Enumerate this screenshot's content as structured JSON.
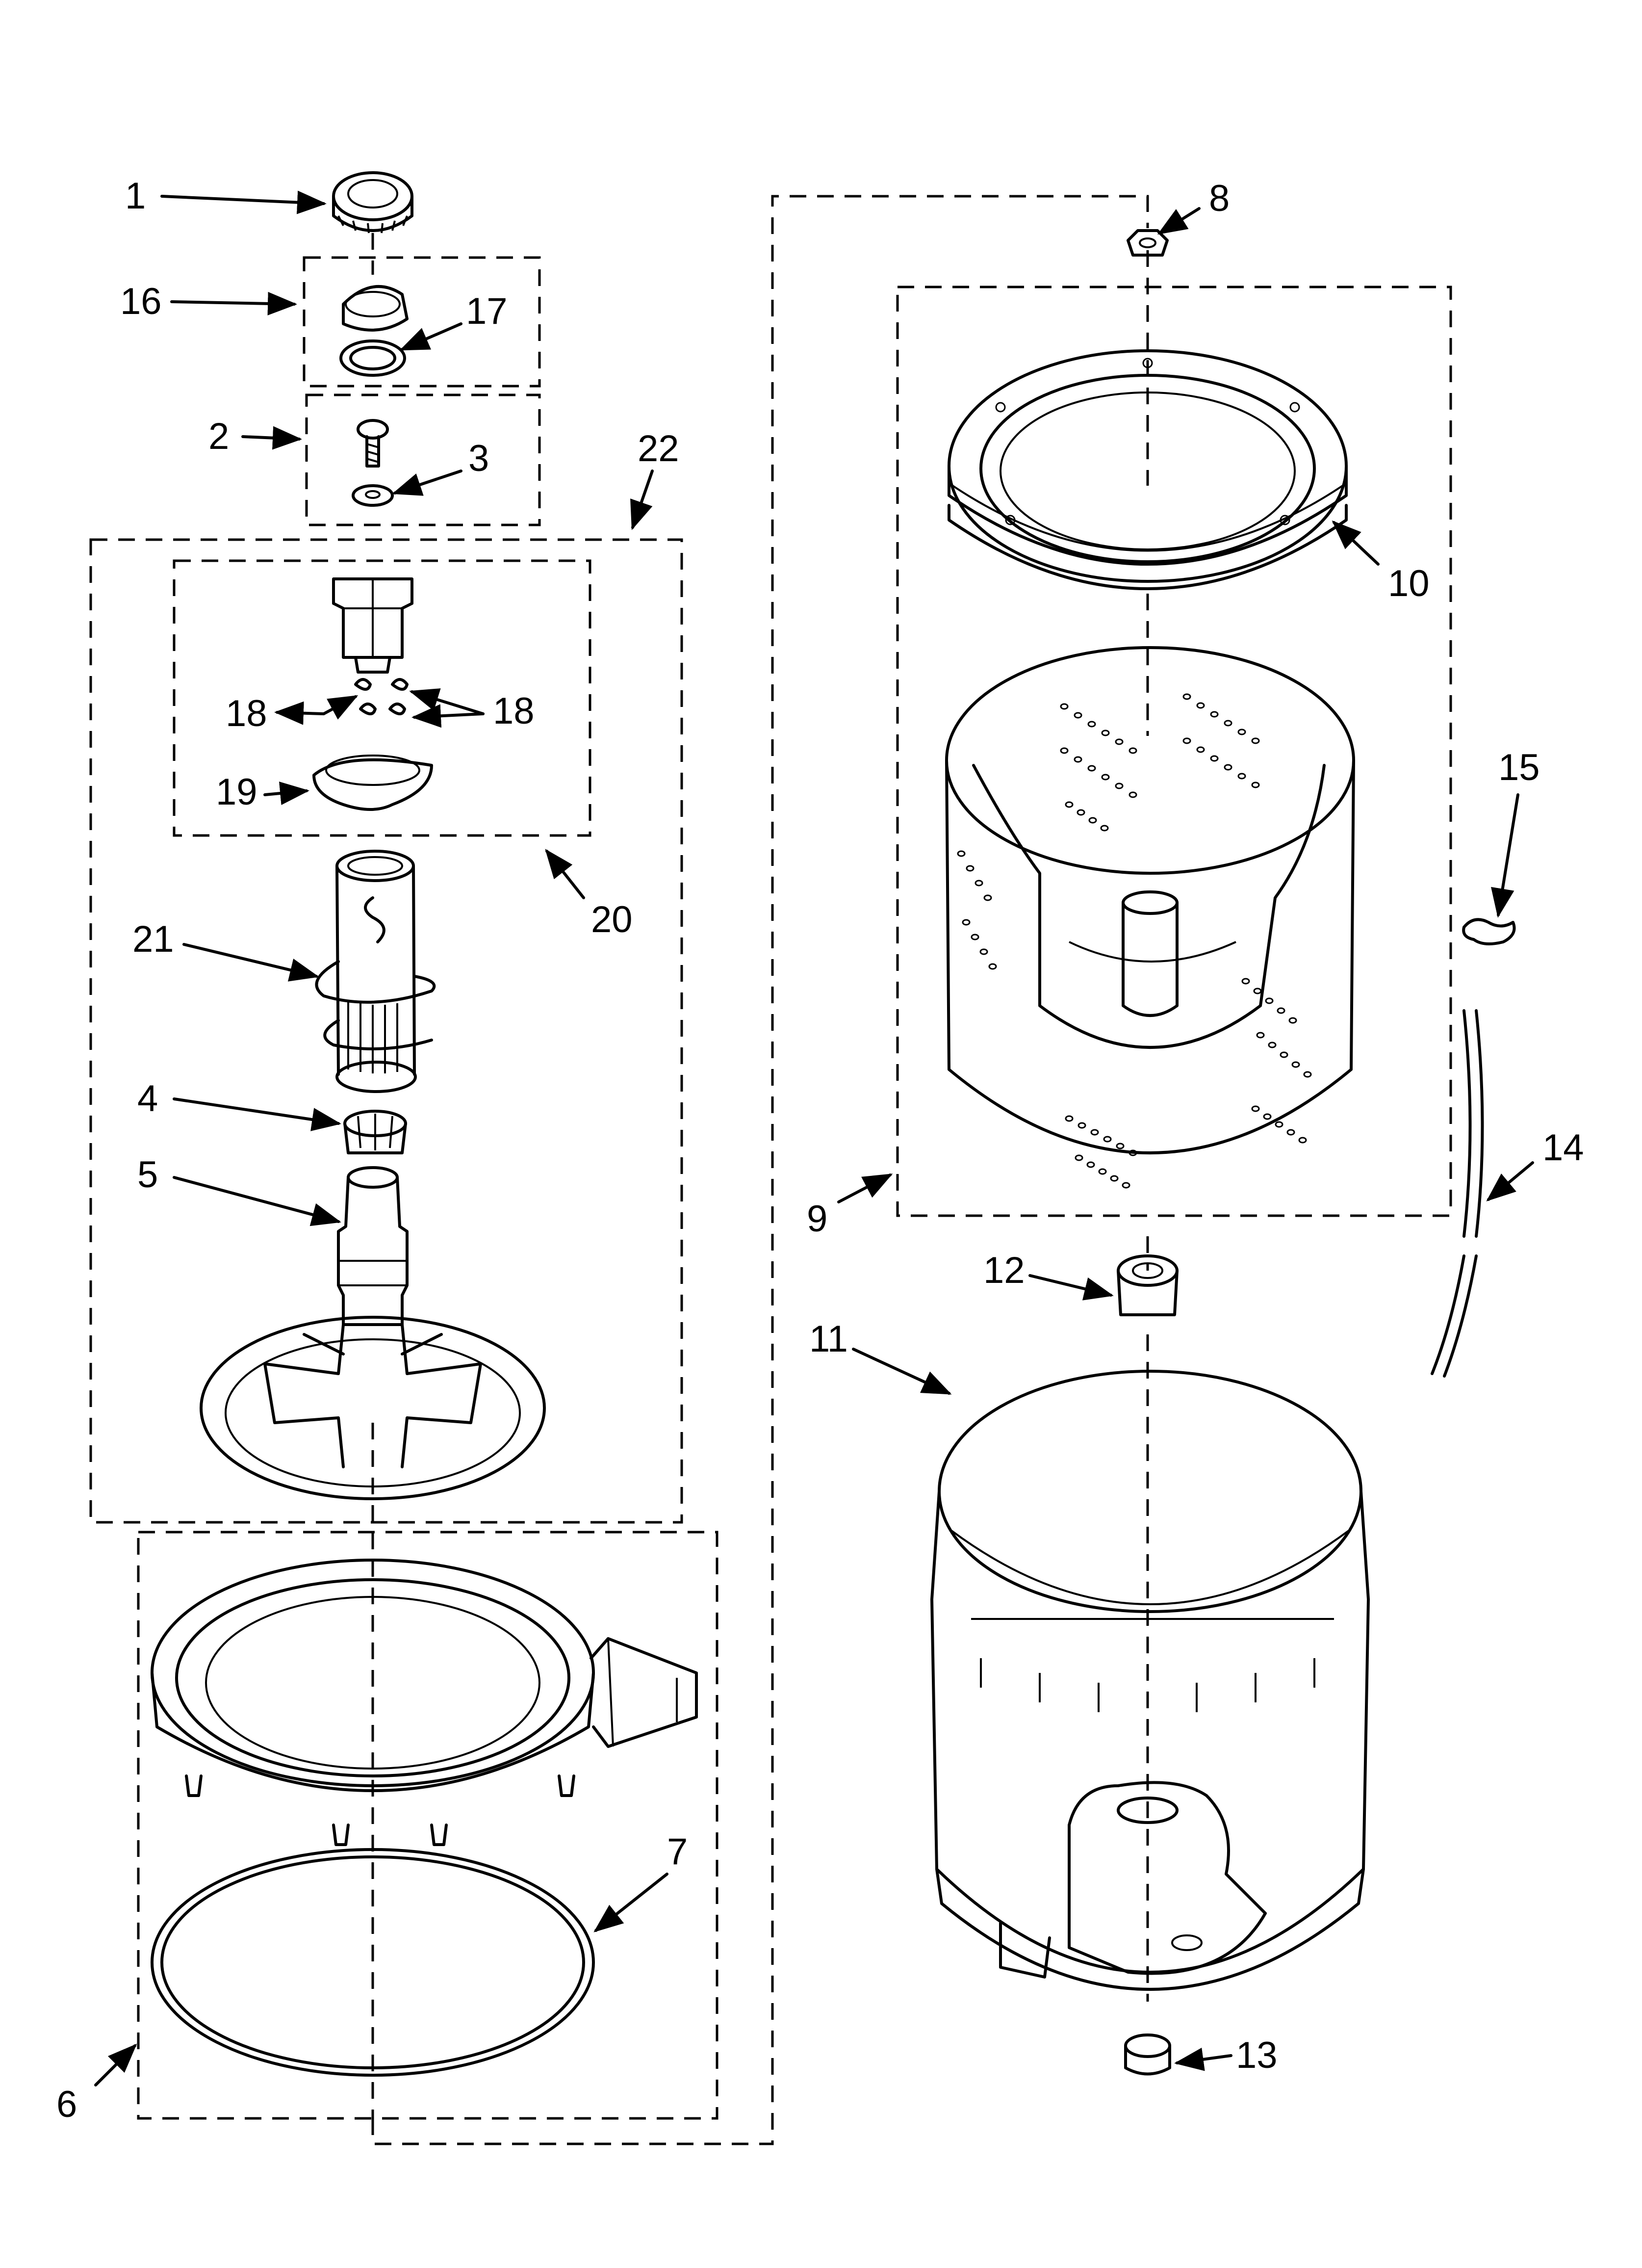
{
  "callouts": [
    {
      "id": "1",
      "text": "1"
    },
    {
      "id": "2",
      "text": "2"
    },
    {
      "id": "3",
      "text": "3"
    },
    {
      "id": "4",
      "text": "4"
    },
    {
      "id": "5",
      "text": "5"
    },
    {
      "id": "6",
      "text": "6"
    },
    {
      "id": "7",
      "text": "7"
    },
    {
      "id": "8",
      "text": "8"
    },
    {
      "id": "9",
      "text": "9"
    },
    {
      "id": "10",
      "text": "10"
    },
    {
      "id": "11",
      "text": "11"
    },
    {
      "id": "12",
      "text": "12"
    },
    {
      "id": "13",
      "text": "13"
    },
    {
      "id": "14",
      "text": "14"
    },
    {
      "id": "15",
      "text": "15"
    },
    {
      "id": "16",
      "text": "16"
    },
    {
      "id": "17",
      "text": "17"
    },
    {
      "id": "18a",
      "text": "18"
    },
    {
      "id": "18b",
      "text": "18"
    },
    {
      "id": "19",
      "text": "19"
    },
    {
      "id": "20",
      "text": "20"
    },
    {
      "id": "21",
      "text": "21"
    },
    {
      "id": "22",
      "text": "22"
    }
  ]
}
